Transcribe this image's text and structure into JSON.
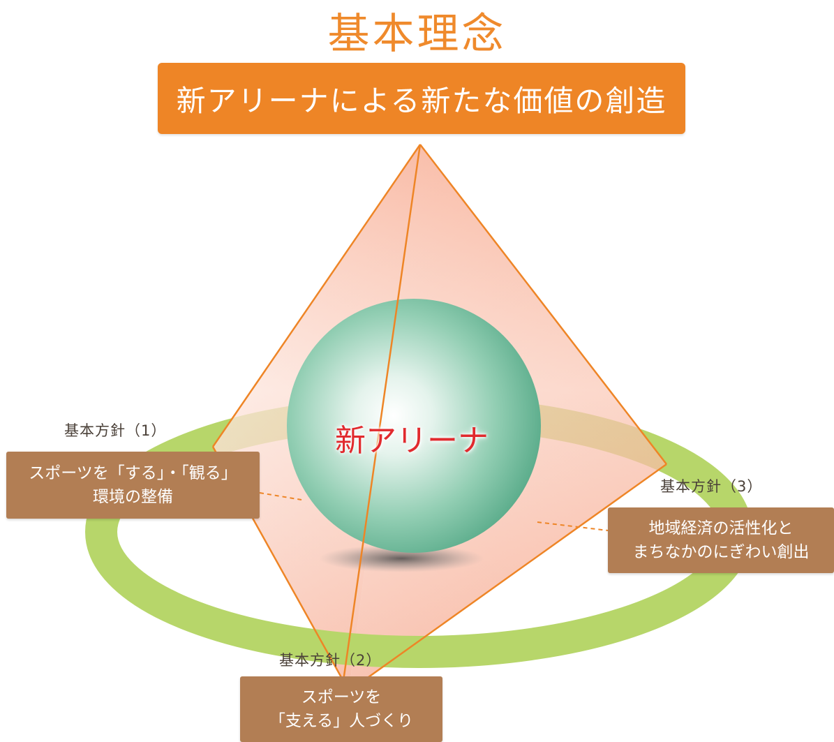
{
  "title": "基本理念",
  "concept": "新アリーナによる新たな価値の創造",
  "center_label": "新アリーナ",
  "colors": {
    "title": "#ef8a2c",
    "concept_box": "#ee8526",
    "ring": "#b7d66a",
    "pyramid_fill": "#f7a48a",
    "pyramid_edge": "#ee8526",
    "sphere": "#7cc1a1",
    "center_label": "#e12a2e",
    "policy_box": "#b27e54"
  },
  "policies": [
    {
      "heading": "基本方針（1）",
      "lines": [
        "スポーツを「する」・「観る」",
        "環境の整備"
      ]
    },
    {
      "heading": "基本方針（2）",
      "lines": [
        "スポーツを",
        "「支える」人づくり"
      ]
    },
    {
      "heading": "基本方針（3）",
      "lines": [
        "地域経済の活性化と",
        "まちなかのにぎわい創出"
      ]
    }
  ]
}
